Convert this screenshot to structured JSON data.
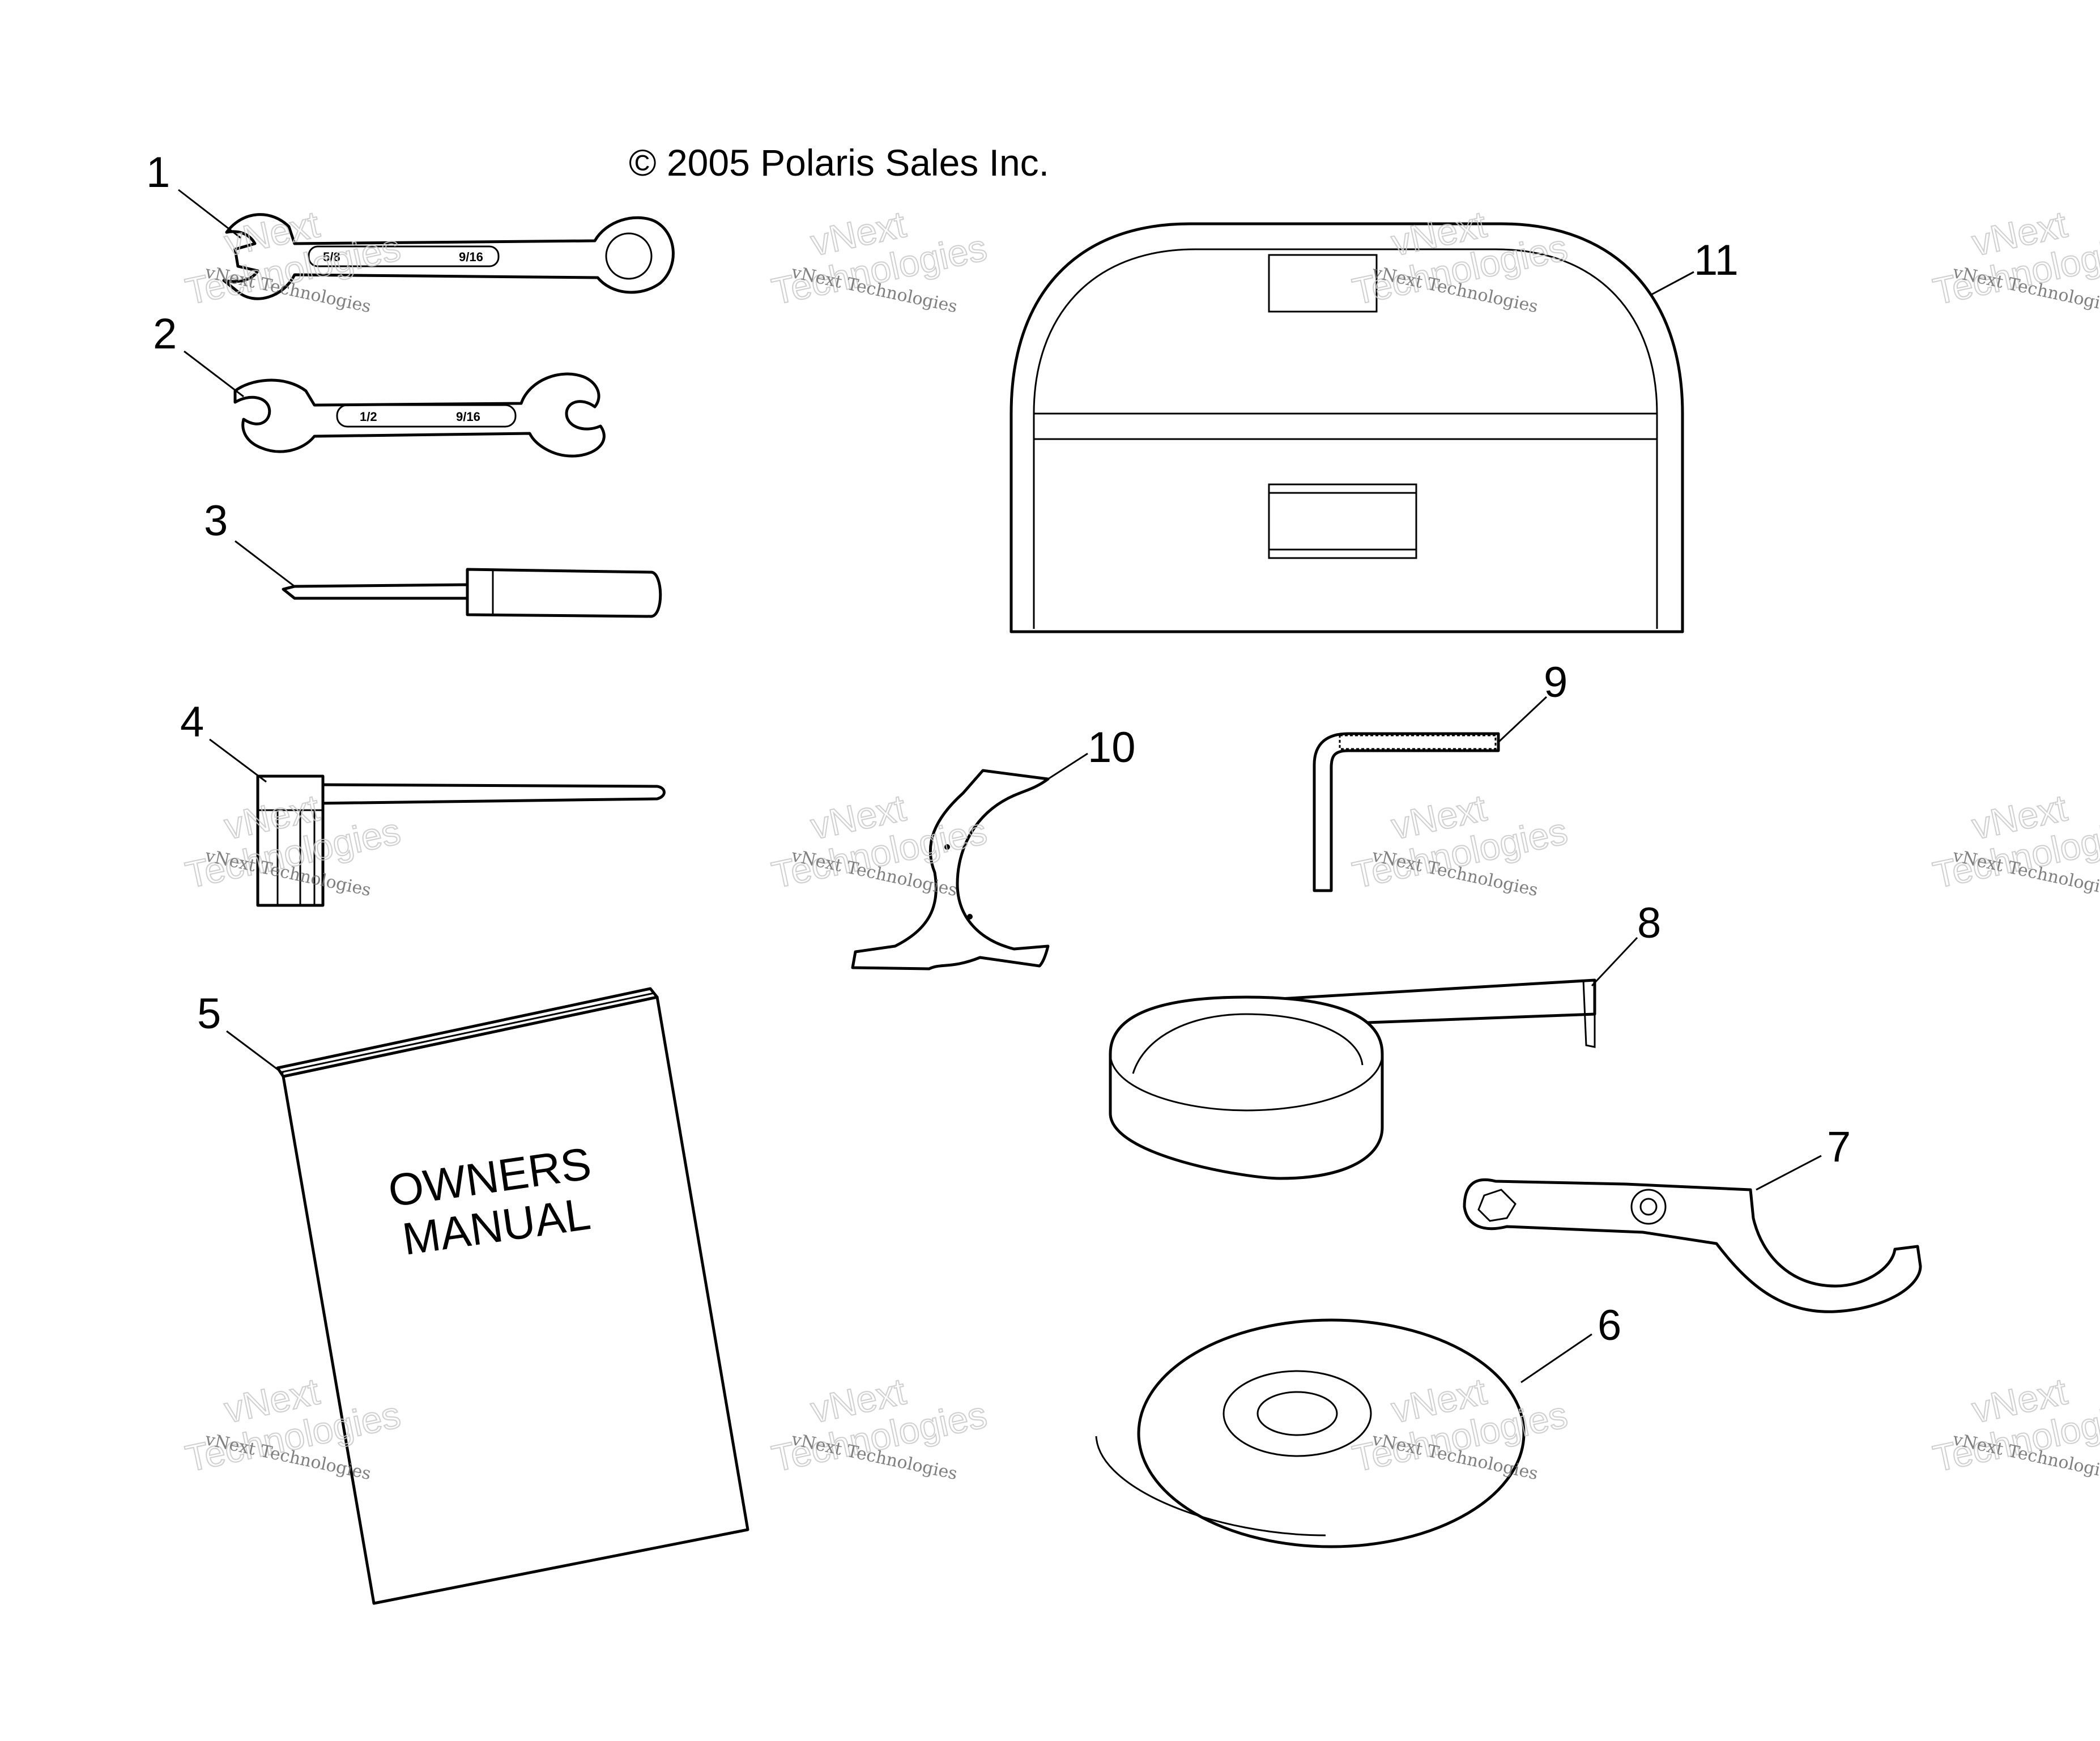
{
  "copyright": "© 2005 Polaris Sales Inc.",
  "callouts": [
    "1",
    "2",
    "3",
    "4",
    "5",
    "6",
    "7",
    "8",
    "9",
    "10",
    "11"
  ],
  "wrench_1": {
    "mark_left": "5/8",
    "mark_right": "9/16"
  },
  "wrench_2": {
    "mark_left": "1/2",
    "mark_right": "9/16"
  },
  "manual": {
    "line1": "OWNERS",
    "line2": "MANUAL"
  },
  "watermark": {
    "line1": "vNext Technologies",
    "line2": "vNext",
    "line3": "Technologies"
  }
}
